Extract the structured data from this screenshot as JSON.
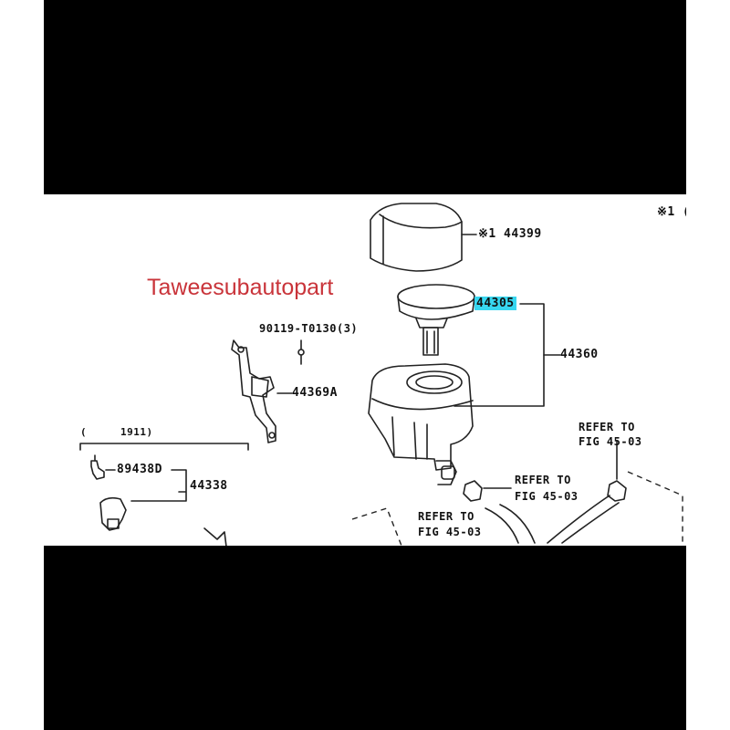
{
  "watermark": "Taweesubautopart",
  "corner_note": "※1 (",
  "labels": {
    "cap_cover": "※1 44399",
    "cap": "44305",
    "reservoir_assy": "44360",
    "bolt": "90119-T0130(3)",
    "bracket": "44369A",
    "date_note_open": "(",
    "date_note_value": "1911)",
    "union": "89438D",
    "hose_union": "44338",
    "refer_right_1": "REFER TO",
    "refer_right_2": "FIG 45-03",
    "refer_mid_1": "REFER TO",
    "refer_mid_2": "FIG 45-03",
    "refer_bottom_1": "REFER TO",
    "refer_bottom_2": "FIG 45-03"
  },
  "colors": {
    "frame": "#000000",
    "highlight": "#37d7f0",
    "watermark": "#c9343a"
  }
}
